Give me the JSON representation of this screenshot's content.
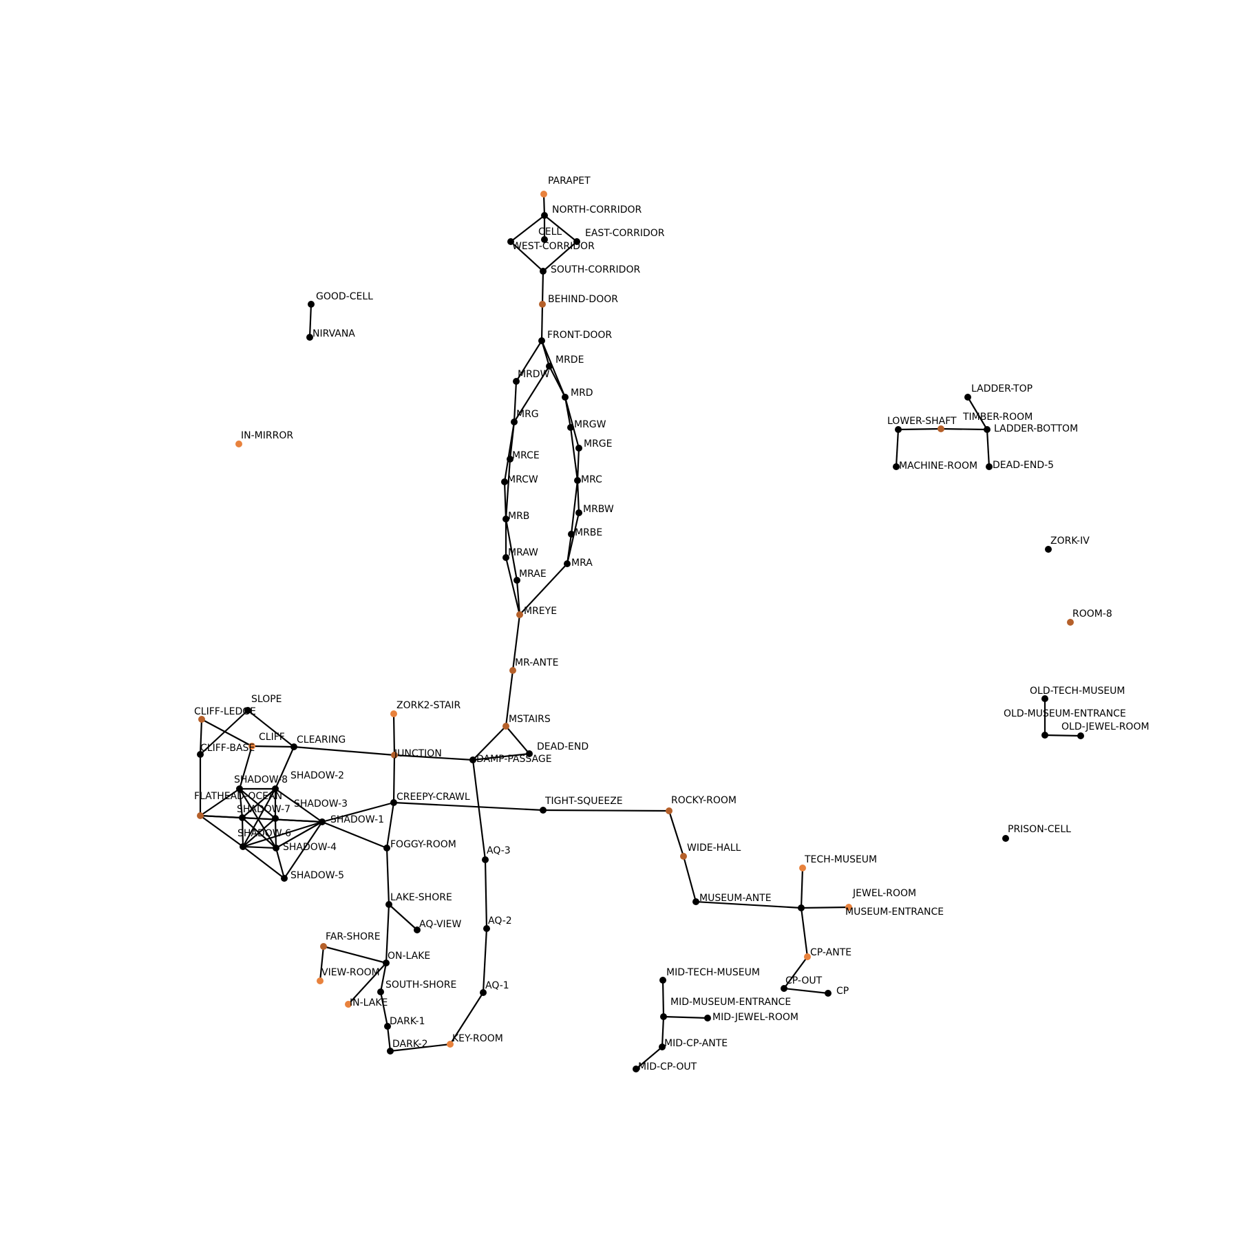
{
  "graph": {
    "colors": {
      "node_default": "#000000",
      "node_highlight_light": "#e8823d",
      "node_highlight_dark": "#b5602a",
      "edge": "#000000",
      "label": "#000000"
    },
    "nodes": [
      {
        "id": "PARAPET",
        "label": "PARAPET",
        "color": "highlight_light"
      },
      {
        "id": "NORTH-CORRIDOR",
        "label": "NORTH-CORRIDOR",
        "color": "default"
      },
      {
        "id": "CELL",
        "label": "CELL",
        "color": "default"
      },
      {
        "id": "EAST-CORRIDOR",
        "label": "EAST-CORRIDOR",
        "color": "default"
      },
      {
        "id": "WEST-CORRIDOR",
        "label": "WEST-CORRIDOR",
        "color": "default"
      },
      {
        "id": "SOUTH-CORRIDOR",
        "label": "SOUTH-CORRIDOR",
        "color": "default"
      },
      {
        "id": "BEHIND-DOOR",
        "label": "BEHIND-DOOR",
        "color": "highlight_dark"
      },
      {
        "id": "FRONT-DOOR",
        "label": "FRONT-DOOR",
        "color": "default"
      },
      {
        "id": "MRDE",
        "label": "MRDE",
        "color": "default"
      },
      {
        "id": "MRDW",
        "label": "MRDW",
        "color": "default"
      },
      {
        "id": "MRD",
        "label": "MRD",
        "color": "default"
      },
      {
        "id": "MRG",
        "label": "MRG",
        "color": "default"
      },
      {
        "id": "MRGW",
        "label": "MRGW",
        "color": "default"
      },
      {
        "id": "MRGE",
        "label": "MRGE",
        "color": "default"
      },
      {
        "id": "MRCE",
        "label": "MRCE",
        "color": "default"
      },
      {
        "id": "MRCW",
        "label": "MRCW",
        "color": "default"
      },
      {
        "id": "MRC",
        "label": "MRC",
        "color": "default"
      },
      {
        "id": "MRBW",
        "label": "MRBW",
        "color": "default"
      },
      {
        "id": "MRB",
        "label": "MRB",
        "color": "default"
      },
      {
        "id": "MRBE",
        "label": "MRBE",
        "color": "default"
      },
      {
        "id": "MRAW",
        "label": "MRAW",
        "color": "default"
      },
      {
        "id": "MRA",
        "label": "MRA",
        "color": "default"
      },
      {
        "id": "MRAE",
        "label": "MRAE",
        "color": "default"
      },
      {
        "id": "MREYE",
        "label": "MREYE",
        "color": "highlight_dark"
      },
      {
        "id": "MR-ANTE",
        "label": "MR-ANTE",
        "color": "highlight_dark"
      },
      {
        "id": "MSTAIRS",
        "label": "MSTAIRS",
        "color": "highlight_dark"
      },
      {
        "id": "DEAD-END",
        "label": "DEAD-END",
        "color": "default"
      },
      {
        "id": "DAMP-PASSAGE",
        "label": "DAMP-PASSAGE",
        "color": "default"
      },
      {
        "id": "GOOD-CELL",
        "label": "GOOD-CELL",
        "color": "default"
      },
      {
        "id": "NIRVANA",
        "label": "NIRVANA",
        "color": "default"
      },
      {
        "id": "IN-MIRROR",
        "label": "IN-MIRROR",
        "color": "highlight_light"
      },
      {
        "id": "LADDER-TOP",
        "label": "LADDER-TOP",
        "color": "default"
      },
      {
        "id": "LOWER-SHAFT",
        "label": "LOWER-SHAFT",
        "color": "default"
      },
      {
        "id": "TIMBER-ROOM",
        "label": "TIMBER-ROOM",
        "color": "highlight_dark"
      },
      {
        "id": "LADDER-BOTTOM",
        "label": "LADDER-BOTTOM",
        "color": "default"
      },
      {
        "id": "MACHINE-ROOM",
        "label": "MACHINE-ROOM",
        "color": "default"
      },
      {
        "id": "DEAD-END-5",
        "label": "DEAD-END-5",
        "color": "default"
      },
      {
        "id": "ZORK-IV",
        "label": "ZORK-IV",
        "color": "default"
      },
      {
        "id": "ROOM-8",
        "label": "ROOM-8",
        "color": "highlight_dark"
      },
      {
        "id": "OLD-TECH-MUSEUM",
        "label": "OLD-TECH-MUSEUM",
        "color": "default"
      },
      {
        "id": "OLD-MUSEUM-ENTRANCE",
        "label": "OLD-MUSEUM-ENTRANCE",
        "color": "default"
      },
      {
        "id": "OLD-JEWEL-ROOM",
        "label": "OLD-JEWEL-ROOM",
        "color": "default"
      },
      {
        "id": "PRISON-CELL",
        "label": "PRISON-CELL",
        "color": "default"
      },
      {
        "id": "SLOPE",
        "label": "SLOPE",
        "color": "default"
      },
      {
        "id": "CLIFF-LEDGE",
        "label": "CLIFF-LEDGE",
        "color": "highlight_dark"
      },
      {
        "id": "CLIFF",
        "label": "CLIFF",
        "color": "highlight_light"
      },
      {
        "id": "CLEARING",
        "label": "CLEARING",
        "color": "default"
      },
      {
        "id": "CLIFF-BASE",
        "label": "CLIFF-BASE",
        "color": "default"
      },
      {
        "id": "ZORK2-STAIR",
        "label": "ZORK2-STAIR",
        "color": "highlight_light"
      },
      {
        "id": "JUNCTION",
        "label": "JUNCTION",
        "color": "highlight_dark"
      },
      {
        "id": "SHADOW-8",
        "label": "SHADOW-8",
        "color": "default"
      },
      {
        "id": "SHADOW-2",
        "label": "SHADOW-2",
        "color": "default"
      },
      {
        "id": "FLATHEAD-OCEAN",
        "label": "FLATHEAD-OCEAN",
        "color": "highlight_dark"
      },
      {
        "id": "SHADOW-3",
        "label": "SHADOW-3",
        "color": "default"
      },
      {
        "id": "SHADOW-7",
        "label": "SHADOW-7",
        "color": "default"
      },
      {
        "id": "SHADOW-1",
        "label": "SHADOW-1",
        "color": "default"
      },
      {
        "id": "SHADOW-6",
        "label": "SHADOW-6",
        "color": "default"
      },
      {
        "id": "SHADOW-4",
        "label": "SHADOW-4",
        "color": "default"
      },
      {
        "id": "SHADOW-5",
        "label": "SHADOW-5",
        "color": "default"
      },
      {
        "id": "CREEPY-CRAWL",
        "label": "CREEPY-CRAWL",
        "color": "default"
      },
      {
        "id": "TIGHT-SQUEEZE",
        "label": "TIGHT-SQUEEZE",
        "color": "default"
      },
      {
        "id": "ROCKY-ROOM",
        "label": "ROCKY-ROOM",
        "color": "highlight_dark"
      },
      {
        "id": "FOGGY-ROOM",
        "label": "FOGGY-ROOM",
        "color": "default"
      },
      {
        "id": "AQ-3",
        "label": "AQ-3",
        "color": "default"
      },
      {
        "id": "WIDE-HALL",
        "label": "WIDE-HALL",
        "color": "highlight_dark"
      },
      {
        "id": "TECH-MUSEUM",
        "label": "TECH-MUSEUM",
        "color": "highlight_light"
      },
      {
        "id": "LAKE-SHORE",
        "label": "LAKE-SHORE",
        "color": "default"
      },
      {
        "id": "MUSEUM-ANTE",
        "label": "MUSEUM-ANTE",
        "color": "default"
      },
      {
        "id": "JEWEL-ROOM",
        "label": "JEWEL-ROOM",
        "color": "highlight_light"
      },
      {
        "id": "MUSEUM-ENTRANCE",
        "label": "MUSEUM-ENTRANCE",
        "color": "default"
      },
      {
        "id": "AQ-VIEW",
        "label": "AQ-VIEW",
        "color": "default"
      },
      {
        "id": "AQ-2",
        "label": "AQ-2",
        "color": "default"
      },
      {
        "id": "FAR-SHORE",
        "label": "FAR-SHORE",
        "color": "highlight_dark"
      },
      {
        "id": "CP-ANTE",
        "label": "CP-ANTE",
        "color": "highlight_light"
      },
      {
        "id": "ON-LAKE",
        "label": "ON-LAKE",
        "color": "default"
      },
      {
        "id": "VIEW-ROOM",
        "label": "VIEW-ROOM",
        "color": "highlight_light"
      },
      {
        "id": "MID-TECH-MUSEUM",
        "label": "MID-TECH-MUSEUM",
        "color": "default"
      },
      {
        "id": "SOUTH-SHORE",
        "label": "SOUTH-SHORE",
        "color": "default"
      },
      {
        "id": "AQ-1",
        "label": "AQ-1",
        "color": "default"
      },
      {
        "id": "CP-OUT",
        "label": "CP-OUT",
        "color": "default"
      },
      {
        "id": "CP",
        "label": "CP",
        "color": "default"
      },
      {
        "id": "IN-LAKE",
        "label": "IN-LAKE",
        "color": "highlight_light"
      },
      {
        "id": "MID-MUSEUM-ENTRANCE",
        "label": "MID-MUSEUM-ENTRANCE",
        "color": "default"
      },
      {
        "id": "DARK-1",
        "label": "DARK-1",
        "color": "default"
      },
      {
        "id": "MID-JEWEL-ROOM",
        "label": "MID-JEWEL-ROOM",
        "color": "default"
      },
      {
        "id": "KEY-ROOM",
        "label": "KEY-ROOM",
        "color": "highlight_light"
      },
      {
        "id": "DARK-2",
        "label": "DARK-2",
        "color": "default"
      },
      {
        "id": "MID-CP-ANTE",
        "label": "MID-CP-ANTE",
        "color": "default"
      },
      {
        "id": "MID-CP-OUT",
        "label": "MID-CP-OUT",
        "color": "default"
      }
    ],
    "edges": [
      [
        "PARAPET",
        "NORTH-CORRIDOR"
      ],
      [
        "NORTH-CORRIDOR",
        "CELL"
      ],
      [
        "NORTH-CORRIDOR",
        "EAST-CORRIDOR"
      ],
      [
        "NORTH-CORRIDOR",
        "WEST-CORRIDOR"
      ],
      [
        "EAST-CORRIDOR",
        "SOUTH-CORRIDOR"
      ],
      [
        "WEST-CORRIDOR",
        "SOUTH-CORRIDOR"
      ],
      [
        "SOUTH-CORRIDOR",
        "BEHIND-DOOR"
      ],
      [
        "BEHIND-DOOR",
        "FRONT-DOOR"
      ],
      [
        "FRONT-DOOR",
        "MRDE"
      ],
      [
        "FRONT-DOOR",
        "MRDW"
      ],
      [
        "FRONT-DOOR",
        "MRD"
      ],
      [
        "MRDE",
        "MRG"
      ],
      [
        "MRDE",
        "MRD"
      ],
      [
        "MRDW",
        "MRG"
      ],
      [
        "MRD",
        "MRGW"
      ],
      [
        "MRD",
        "MRGE"
      ],
      [
        "MRG",
        "MRCE"
      ],
      [
        "MRG",
        "MRCW"
      ],
      [
        "MRGW",
        "MRC"
      ],
      [
        "MRGE",
        "MRC"
      ],
      [
        "MRCE",
        "MRB"
      ],
      [
        "MRCW",
        "MRB"
      ],
      [
        "MRC",
        "MRBW"
      ],
      [
        "MRC",
        "MRBE"
      ],
      [
        "MRB",
        "MRAW"
      ],
      [
        "MRB",
        "MRAE"
      ],
      [
        "MRBW",
        "MRA"
      ],
      [
        "MRBE",
        "MRA"
      ],
      [
        "MRAW",
        "MREYE"
      ],
      [
        "MRAE",
        "MREYE"
      ],
      [
        "MRA",
        "MREYE"
      ],
      [
        "MREYE",
        "MR-ANTE"
      ],
      [
        "MR-ANTE",
        "MSTAIRS"
      ],
      [
        "MSTAIRS",
        "DEAD-END"
      ],
      [
        "MSTAIRS",
        "DAMP-PASSAGE"
      ],
      [
        "DEAD-END",
        "DAMP-PASSAGE"
      ],
      [
        "GOOD-CELL",
        "NIRVANA"
      ],
      [
        "LADDER-TOP",
        "LADDER-BOTTOM"
      ],
      [
        "LOWER-SHAFT",
        "TIMBER-ROOM"
      ],
      [
        "TIMBER-ROOM",
        "LADDER-BOTTOM"
      ],
      [
        "LOWER-SHAFT",
        "MACHINE-ROOM"
      ],
      [
        "LADDER-BOTTOM",
        "DEAD-END-5"
      ],
      [
        "OLD-TECH-MUSEUM",
        "OLD-MUSEUM-ENTRANCE"
      ],
      [
        "OLD-MUSEUM-ENTRANCE",
        "OLD-JEWEL-ROOM"
      ],
      [
        "SLOPE",
        "CLIFF-BASE"
      ],
      [
        "SLOPE",
        "CLEARING"
      ],
      [
        "CLIFF-LEDGE",
        "CLIFF-BASE"
      ],
      [
        "CLIFF-LEDGE",
        "CLIFF"
      ],
      [
        "CLIFF",
        "CLEARING"
      ],
      [
        "CLIFF",
        "SHADOW-8"
      ],
      [
        "CLIFF-BASE",
        "FLATHEAD-OCEAN"
      ],
      [
        "CLEARING",
        "JUNCTION"
      ],
      [
        "CLEARING",
        "SHADOW-2"
      ],
      [
        "ZORK2-STAIR",
        "JUNCTION"
      ],
      [
        "JUNCTION",
        "DAMP-PASSAGE"
      ],
      [
        "JUNCTION",
        "CREEPY-CRAWL"
      ],
      [
        "DAMP-PASSAGE",
        "AQ-3"
      ],
      [
        "SHADOW-8",
        "SHADOW-2"
      ],
      [
        "SHADOW-8",
        "FLATHEAD-OCEAN"
      ],
      [
        "SHADOW-8",
        "SHADOW-7"
      ],
      [
        "SHADOW-8",
        "SHADOW-3"
      ],
      [
        "SHADOW-8",
        "SHADOW-4"
      ],
      [
        "SHADOW-2",
        "SHADOW-7"
      ],
      [
        "SHADOW-2",
        "SHADOW-3"
      ],
      [
        "SHADOW-2",
        "SHADOW-1"
      ],
      [
        "SHADOW-2",
        "SHADOW-6"
      ],
      [
        "FLATHEAD-OCEAN",
        "SHADOW-7"
      ],
      [
        "FLATHEAD-OCEAN",
        "SHADOW-1"
      ],
      [
        "FLATHEAD-OCEAN",
        "SHADOW-6"
      ],
      [
        "SHADOW-7",
        "SHADOW-6"
      ],
      [
        "SHADOW-7",
        "SHADOW-4"
      ],
      [
        "SHADOW-7",
        "SHADOW-1"
      ],
      [
        "SHADOW-3",
        "SHADOW-6"
      ],
      [
        "SHADOW-3",
        "SHADOW-4"
      ],
      [
        "SHADOW-1",
        "SHADOW-6"
      ],
      [
        "SHADOW-1",
        "SHADOW-4"
      ],
      [
        "SHADOW-1",
        "SHADOW-5"
      ],
      [
        "SHADOW-1",
        "CREEPY-CRAWL"
      ],
      [
        "SHADOW-1",
        "FOGGY-ROOM"
      ],
      [
        "SHADOW-6",
        "SHADOW-4"
      ],
      [
        "SHADOW-6",
        "SHADOW-5"
      ],
      [
        "SHADOW-4",
        "SHADOW-5"
      ],
      [
        "CREEPY-CRAWL",
        "TIGHT-SQUEEZE"
      ],
      [
        "CREEPY-CRAWL",
        "FOGGY-ROOM"
      ],
      [
        "TIGHT-SQUEEZE",
        "ROCKY-ROOM"
      ],
      [
        "ROCKY-ROOM",
        "WIDE-HALL"
      ],
      [
        "WIDE-HALL",
        "MUSEUM-ANTE"
      ],
      [
        "MUSEUM-ANTE",
        "MUSEUM-ENTRANCE"
      ],
      [
        "TECH-MUSEUM",
        "MUSEUM-ENTRANCE"
      ],
      [
        "MUSEUM-ENTRANCE",
        "JEWEL-ROOM"
      ],
      [
        "MUSEUM-ENTRANCE",
        "CP-ANTE"
      ],
      [
        "CP-ANTE",
        "CP-OUT"
      ],
      [
        "CP-OUT",
        "CP"
      ],
      [
        "FOGGY-ROOM",
        "LAKE-SHORE"
      ],
      [
        "LAKE-SHORE",
        "AQ-VIEW"
      ],
      [
        "LAKE-SHORE",
        "ON-LAKE"
      ],
      [
        "FAR-SHORE",
        "ON-LAKE"
      ],
      [
        "FAR-SHORE",
        "VIEW-ROOM"
      ],
      [
        "ON-LAKE",
        "SOUTH-SHORE"
      ],
      [
        "ON-LAKE",
        "IN-LAKE"
      ],
      [
        "SOUTH-SHORE",
        "DARK-1"
      ],
      [
        "DARK-1",
        "DARK-2"
      ],
      [
        "DARK-2",
        "KEY-ROOM"
      ],
      [
        "KEY-ROOM",
        "AQ-1"
      ],
      [
        "AQ-1",
        "AQ-2"
      ],
      [
        "AQ-2",
        "AQ-3"
      ],
      [
        "MID-TECH-MUSEUM",
        "MID-MUSEUM-ENTRANCE"
      ],
      [
        "MID-MUSEUM-ENTRANCE",
        "MID-JEWEL-ROOM"
      ],
      [
        "MID-MUSEUM-ENTRANCE",
        "MID-CP-ANTE"
      ],
      [
        "MID-CP-ANTE",
        "MID-CP-OUT"
      ]
    ]
  }
}
